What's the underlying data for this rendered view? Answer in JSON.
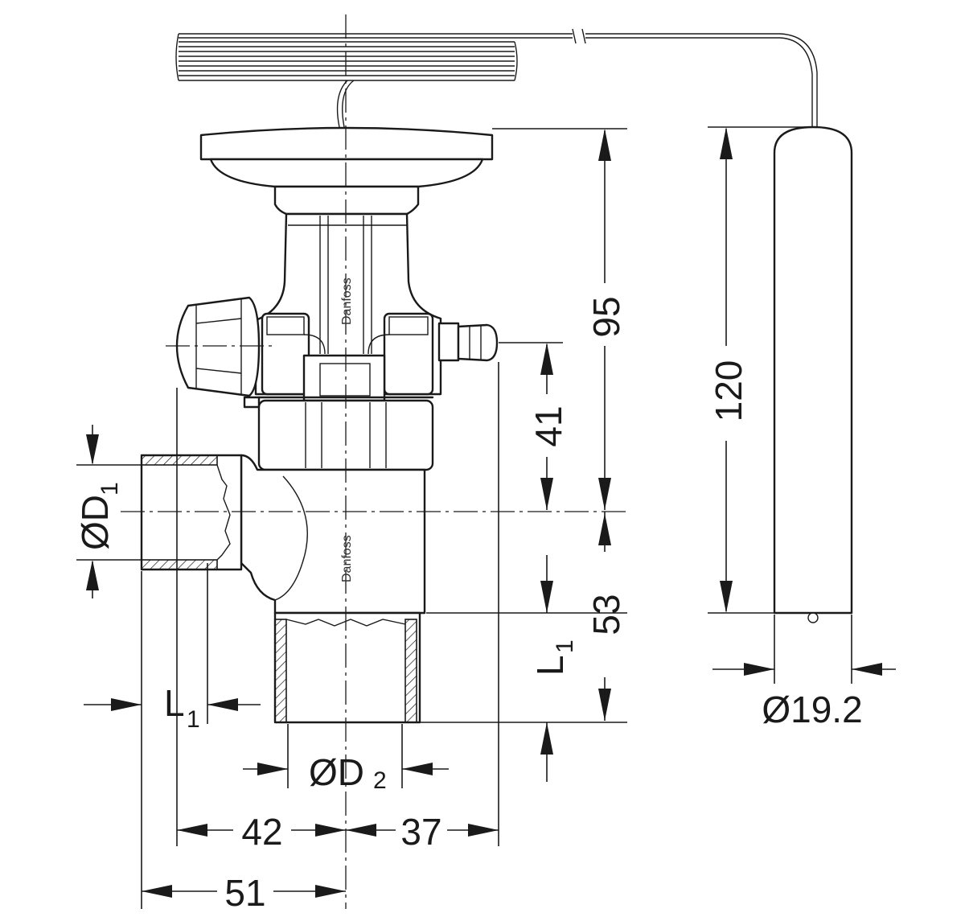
{
  "brand": {
    "upper_mark": "Danfoss",
    "lower_mark": "Danfoss"
  },
  "dimensions": {
    "body_height": "95",
    "bulb_length": "120",
    "inlet_height": "41",
    "outlet_height": "53",
    "side_length_label": "L",
    "side_length_sub": "1",
    "bottom_length_label": "L",
    "bottom_length_sub": "1",
    "inlet_diameter_label": "ØD",
    "inlet_diameter_sub": "1",
    "outlet_diameter_label": "ØD",
    "outlet_diameter_sub": "2",
    "bulb_diameter": "Ø19.2",
    "left_offset": "42",
    "right_offset": "37",
    "total_left": "51"
  }
}
